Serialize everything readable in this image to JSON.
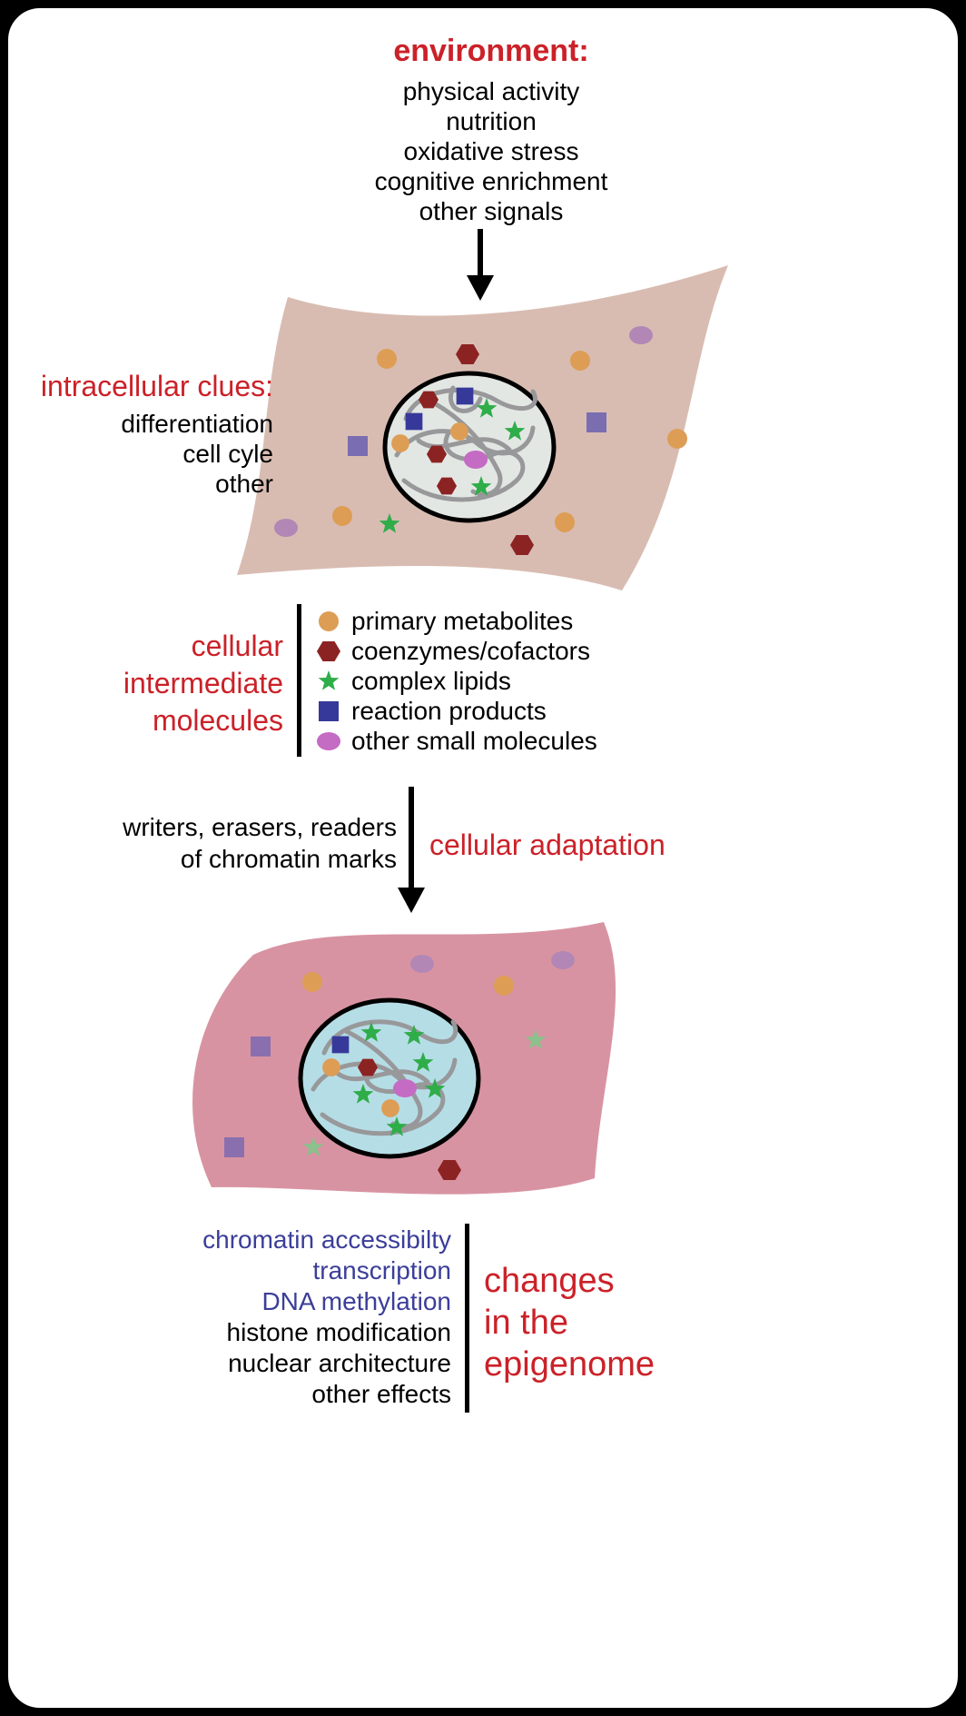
{
  "colors": {
    "accent_red": "#cb2128",
    "accent_blue": "#3b3e99",
    "cell_top_fill": "#d8bcb2",
    "cell_bottom_fill": "#d893a2",
    "nucleus_top_fill": "#e3e7e4",
    "nucleus_bottom_fill": "#b5dde6",
    "chromatin_gray": "#98989a"
  },
  "molecule_palette": {
    "orange": "#dd9d55",
    "dark_red": "#8c2323",
    "green": "#2fad49",
    "navy": "#37399a",
    "magenta": "#c46bc4",
    "plum": "#b287b5",
    "purple": "#7a6db0",
    "light_green": "#8cc08c"
  },
  "environment": {
    "title": "environment:",
    "items": [
      "physical activity",
      "nutrition",
      "oxidative stress",
      "cognitive enrichment",
      "other signals"
    ]
  },
  "intracellular": {
    "title": "intracellular clues:",
    "items": [
      "differentiation",
      "cell cyle",
      "other"
    ]
  },
  "legend": {
    "title_lines": [
      "cellular",
      "intermediate",
      "molecules"
    ],
    "items": [
      {
        "icon": "circle-icon",
        "color": "#dd9d55",
        "label": "primary metabolites"
      },
      {
        "icon": "hexagon-icon",
        "color": "#8c2323",
        "label": "coenzymes/cofactors"
      },
      {
        "icon": "star-icon",
        "color": "#2fad49",
        "label": "complex lipids"
      },
      {
        "icon": "square-icon",
        "color": "#37399a",
        "label": "reaction products"
      },
      {
        "icon": "ellipse-icon",
        "color": "#c46bc4",
        "label": "other small molecules"
      }
    ]
  },
  "adaptation": {
    "left_lines": [
      "writers, erasers, readers",
      "of chromatin marks"
    ],
    "label": "cellular adaptation"
  },
  "epigenome": {
    "items": [
      {
        "label": "chromatin accessibilty",
        "emphasis": "blue"
      },
      {
        "label": "transcription",
        "emphasis": "blue"
      },
      {
        "label": "DNA methylation",
        "emphasis": "blue"
      },
      {
        "label": "histone modification",
        "emphasis": "black"
      },
      {
        "label": "nuclear architecture",
        "emphasis": "black"
      },
      {
        "label": "other effects",
        "emphasis": "black"
      }
    ],
    "title_lines": [
      "changes",
      "in the",
      "epigenome"
    ]
  }
}
